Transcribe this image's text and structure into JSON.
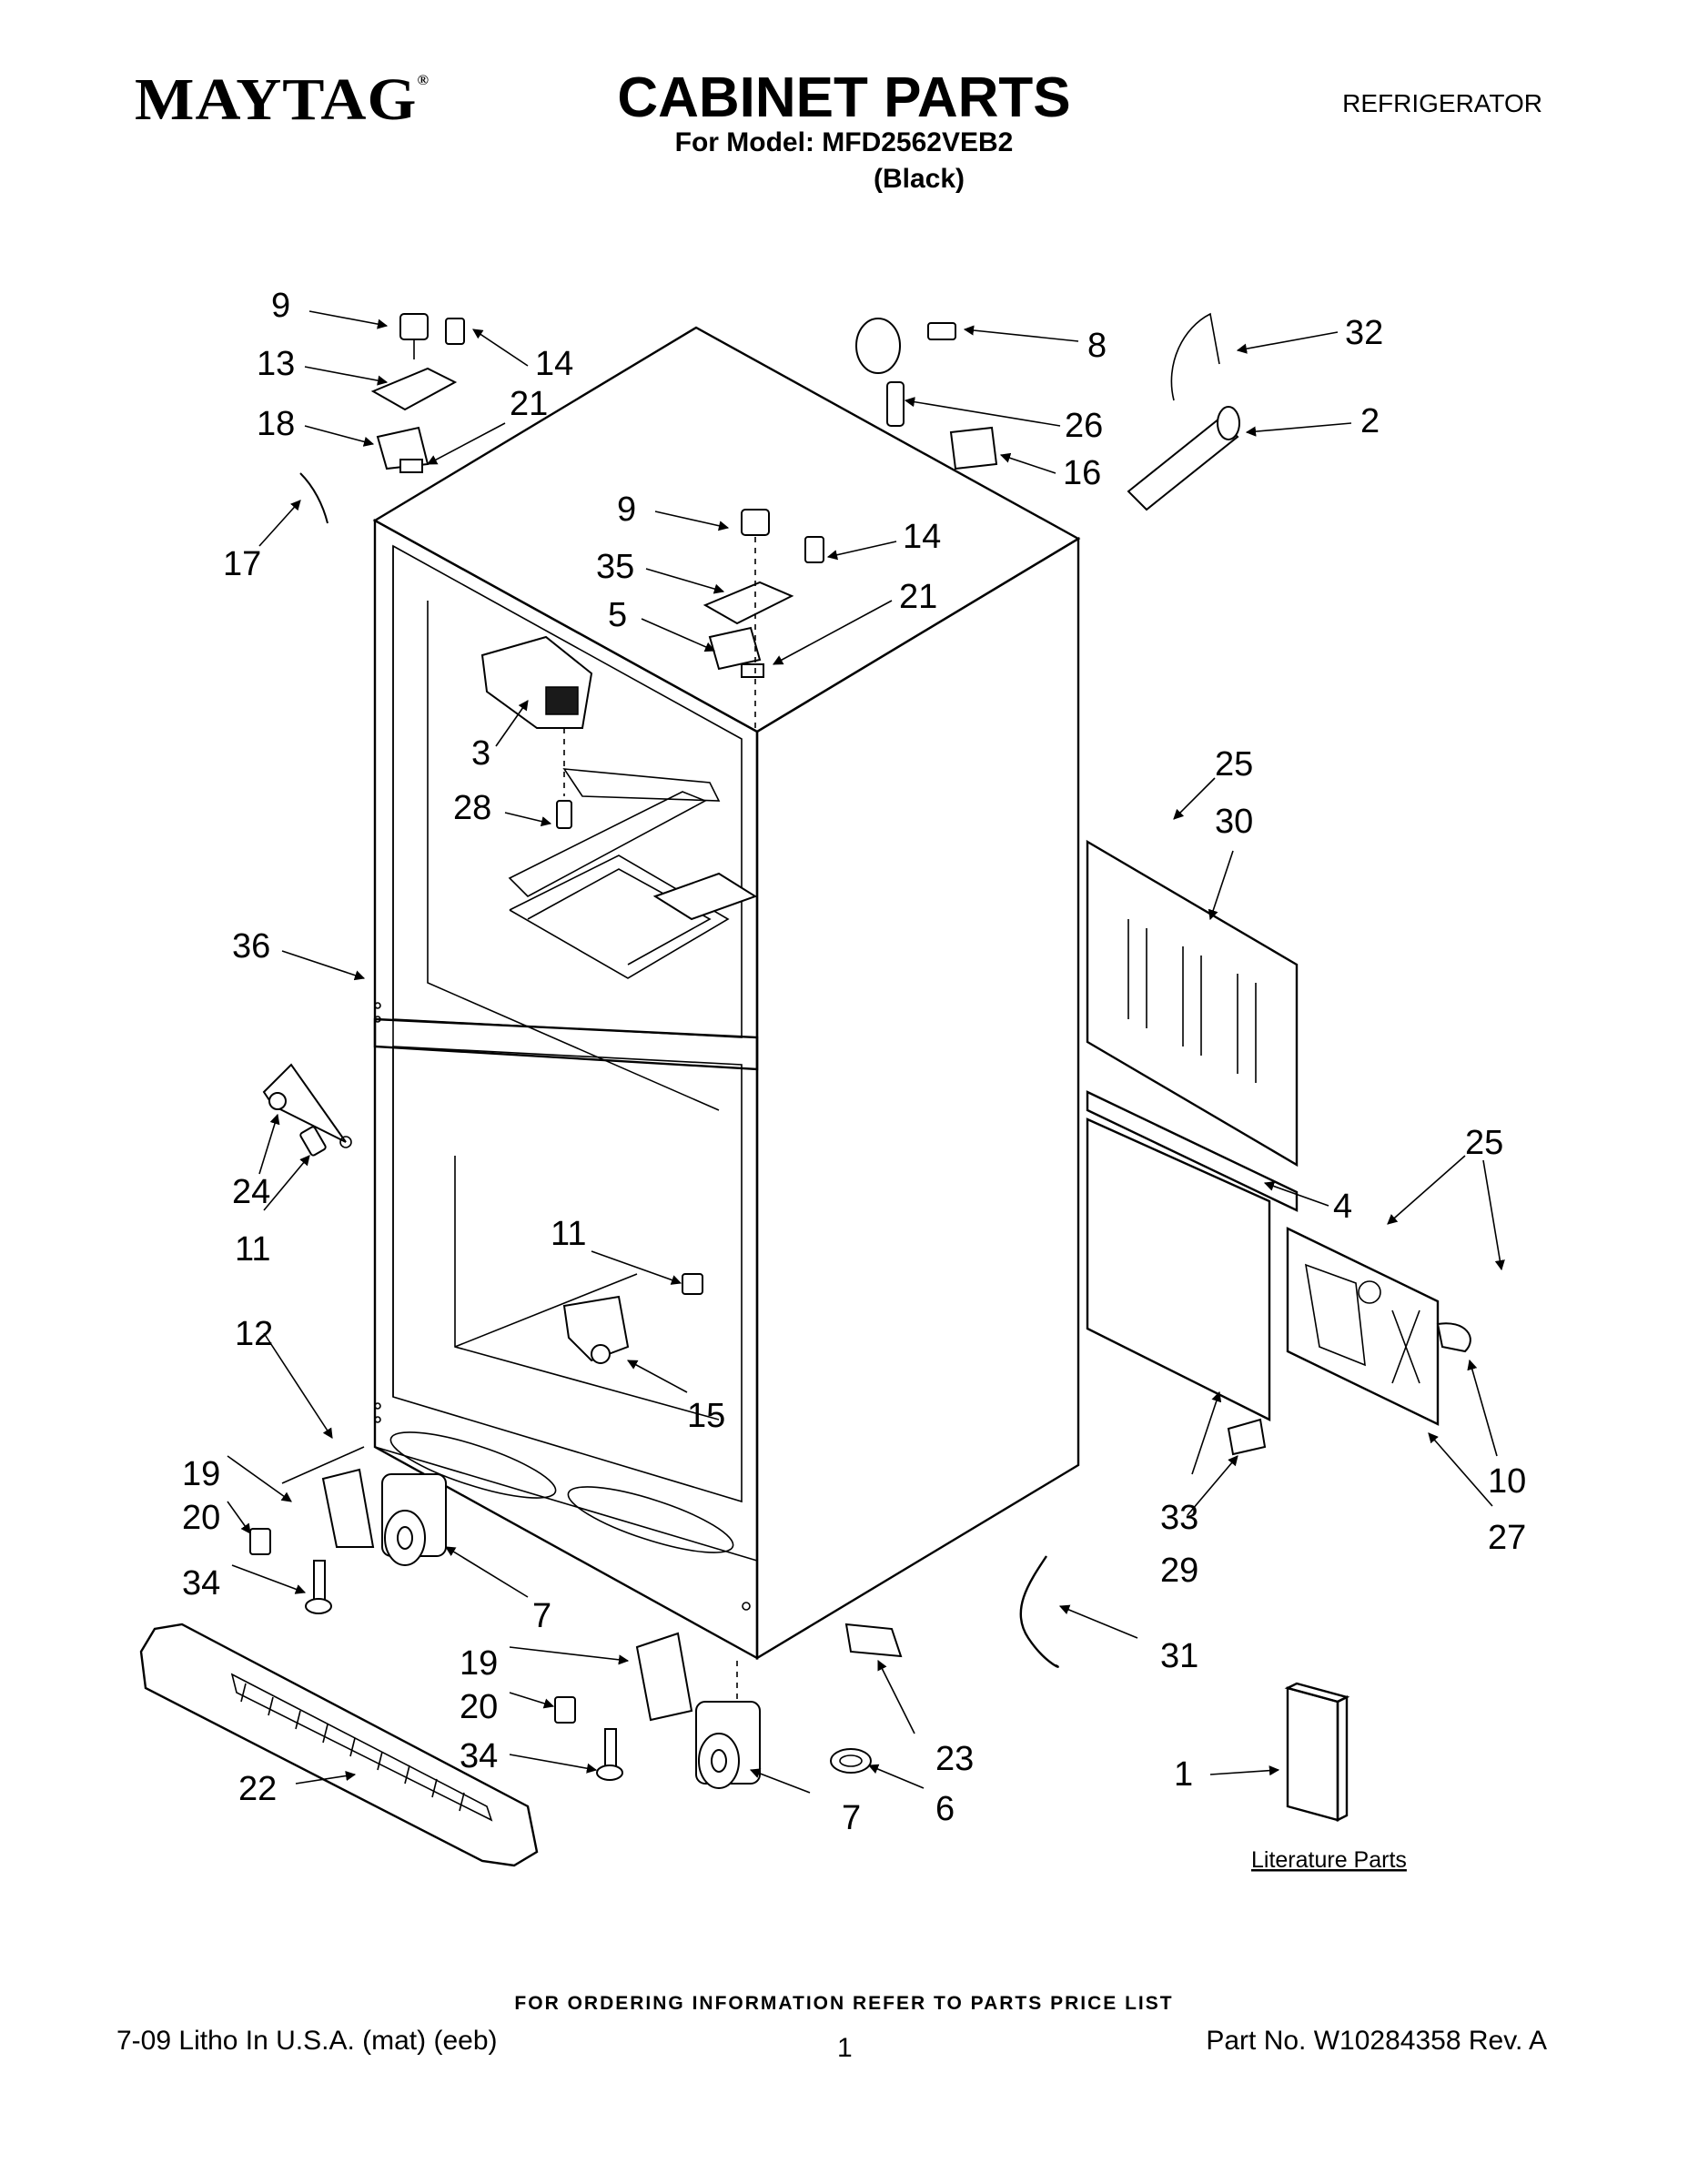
{
  "header": {
    "brand": "MAYTAG",
    "title": "CABINET PARTS",
    "category": "REFRIGERATOR",
    "model_line": "For Model: MFD2562VEB2",
    "color": "(Black)"
  },
  "diagram": {
    "callouts": [
      "9",
      "13",
      "14",
      "18",
      "21",
      "17",
      "8",
      "26",
      "16",
      "32",
      "2",
      "9",
      "14",
      "35",
      "21",
      "5",
      "3",
      "28",
      "36",
      "25",
      "30",
      "24",
      "11",
      "11",
      "15",
      "4",
      "25",
      "10",
      "27",
      "12",
      "19",
      "20",
      "34",
      "7",
      "33",
      "29",
      "31",
      "19",
      "20",
      "34",
      "7",
      "23",
      "6",
      "22",
      "1"
    ],
    "literature_label": "Literature Parts"
  },
  "footer": {
    "note": "FOR ORDERING INFORMATION REFER TO PARTS PRICE LIST",
    "print_info": "7-09 Litho In U.S.A. (mat) (eeb)",
    "page": "1",
    "part_no": "Part No. W10284358 Rev. A"
  }
}
